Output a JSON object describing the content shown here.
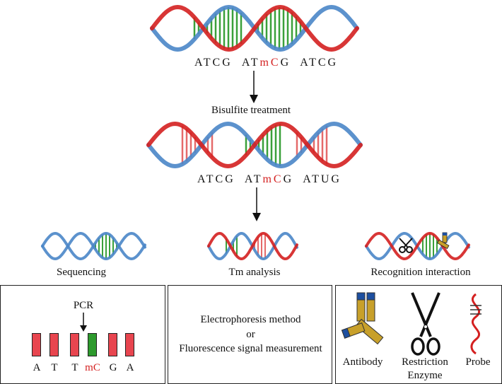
{
  "top_sequence": {
    "a": "ATCG",
    "b_pre": "AT",
    "b_mod": "mC",
    "b_post": "G",
    "c": "ATCG"
  },
  "treatment_label": "Bisulfite treatment",
  "bottom_sequence": {
    "a": "ATCG",
    "b_pre": "AT",
    "b_mod": "mC",
    "b_post": "G",
    "c": "ATUG"
  },
  "methods": {
    "sequencing": "Sequencing",
    "tm": "Tm analysis",
    "recognition": "Recognition interaction"
  },
  "panel_left": {
    "pcr_label": "PCR",
    "bars": [
      {
        "letter": "A",
        "color": "red"
      },
      {
        "letter": "T",
        "color": "red"
      },
      {
        "letter": "T",
        "color": "red"
      },
      {
        "letter": "mC",
        "color": "green"
      },
      {
        "letter": "G",
        "color": "red"
      },
      {
        "letter": "A",
        "color": "red"
      }
    ]
  },
  "panel_middle": {
    "line1": "Electrophoresis method",
    "line2": "or",
    "line3": "Fluorescence signal measurement"
  },
  "panel_right": {
    "antibody": "Antibody",
    "restriction_line1": "Restriction",
    "restriction_line2": "Enzyme",
    "probe": "Probe"
  },
  "colors": {
    "blue_strand": "#4a86c8",
    "red_strand": "#d42020",
    "green_rung": "#3aa03a",
    "modified_text": "#d42020"
  }
}
